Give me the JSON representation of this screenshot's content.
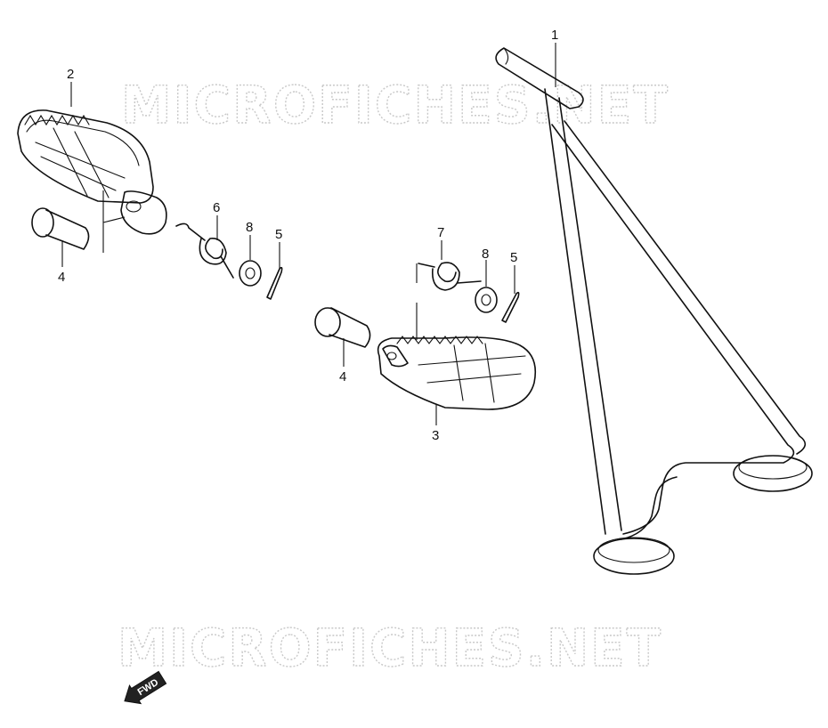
{
  "watermarks": [
    {
      "text": "MICROFICHES.NET"
    },
    {
      "text": "MICROFICHES.NET"
    }
  ],
  "fwd_indicator": {
    "label": "FWD"
  },
  "callouts": [
    {
      "id": "c1",
      "label": "1"
    },
    {
      "id": "c2",
      "label": "2"
    },
    {
      "id": "c3",
      "label": "3"
    },
    {
      "id": "c4a",
      "label": "4"
    },
    {
      "id": "c4b",
      "label": "4"
    },
    {
      "id": "c5a",
      "label": "5"
    },
    {
      "id": "c5b",
      "label": "5"
    },
    {
      "id": "c6",
      "label": "6"
    },
    {
      "id": "c7",
      "label": "7"
    },
    {
      "id": "c8a",
      "label": "8"
    },
    {
      "id": "c8b",
      "label": "8"
    }
  ]
}
